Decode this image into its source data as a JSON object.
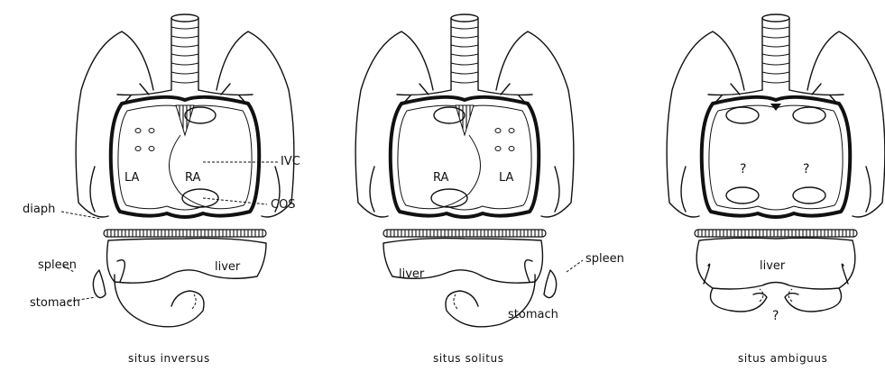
{
  "panels": [
    {
      "caption": "situs inversus",
      "atrium_left": "LA",
      "atrium_right": "RA",
      "ivc": "IVC",
      "cos": "COS",
      "diaphragm": "diaph",
      "spleen": "spleen",
      "stomach": "stomach",
      "liver": "liver"
    },
    {
      "caption": "situs solitus",
      "atrium_left": "RA",
      "atrium_right": "LA",
      "spleen": "spleen",
      "stomach": "stomach",
      "liver": "liver"
    },
    {
      "caption": "situs ambiguus",
      "atrium_left": "?",
      "atrium_right": "?",
      "liver": "liver",
      "stomach": "?"
    }
  ]
}
